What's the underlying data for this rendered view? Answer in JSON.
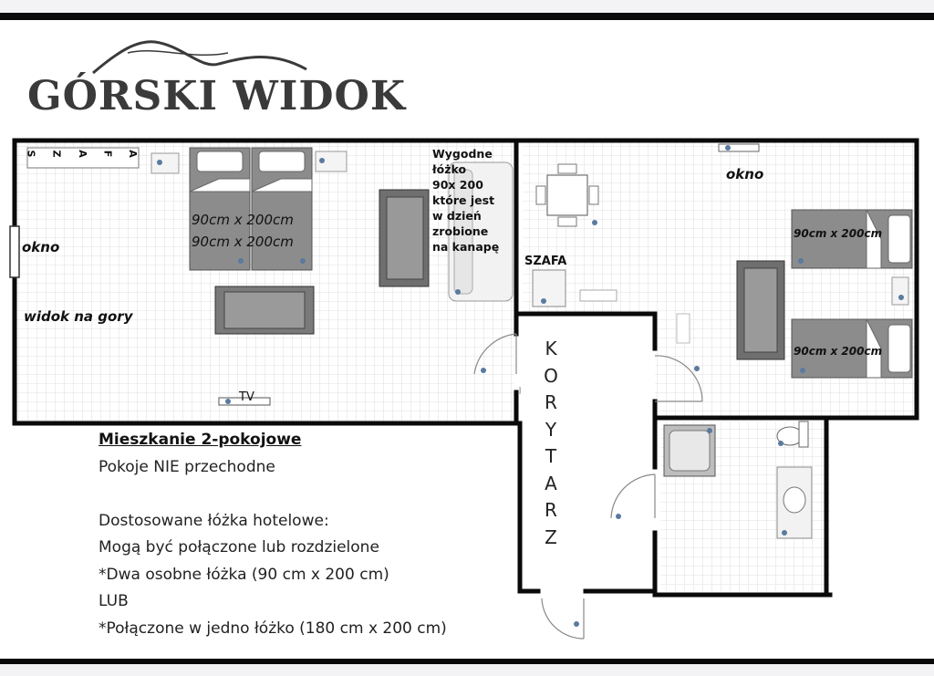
{
  "logo": {
    "text": "GÓRSKI WIDOK",
    "icon": "mountain-icon"
  },
  "left_unit": {
    "wardrobe_label_letters": [
      "S",
      "Z",
      "A",
      "F",
      "A"
    ],
    "bed_left_label": "90cm x 200cm",
    "bed_right_label": "90cm x 200cm",
    "window_label": "okno",
    "view_label": "widok na gory",
    "sofa_note_lines": [
      "Wygodne",
      "łóżko",
      "90x 200",
      "które jest",
      "w dzień",
      "zrobione",
      "na kanapę"
    ],
    "tv_label": "TV"
  },
  "right_unit": {
    "window_label": "okno",
    "wardrobe_label": "SZAFA",
    "bed_top_label": "90cm x 200cm",
    "bed_bottom_label": "90cm x 200cm"
  },
  "corridor": {
    "letters": [
      "K",
      "O",
      "R",
      "Y",
      "T",
      "A",
      "R",
      "Z"
    ]
  },
  "info": {
    "title": "Mieszkanie 2-pokojowe",
    "line1": "Pokoje NIE przechodne",
    "line2": "Dostosowane łóżka hotelowe:",
    "line3": "Mogą być połączone lub rozdzielone",
    "line4": "*Dwa osobne łóżka (90 cm x 200 cm)",
    "line5": "LUB",
    "line6": "*Połączone w jedno łóżko (180 cm x 200 cm)"
  }
}
